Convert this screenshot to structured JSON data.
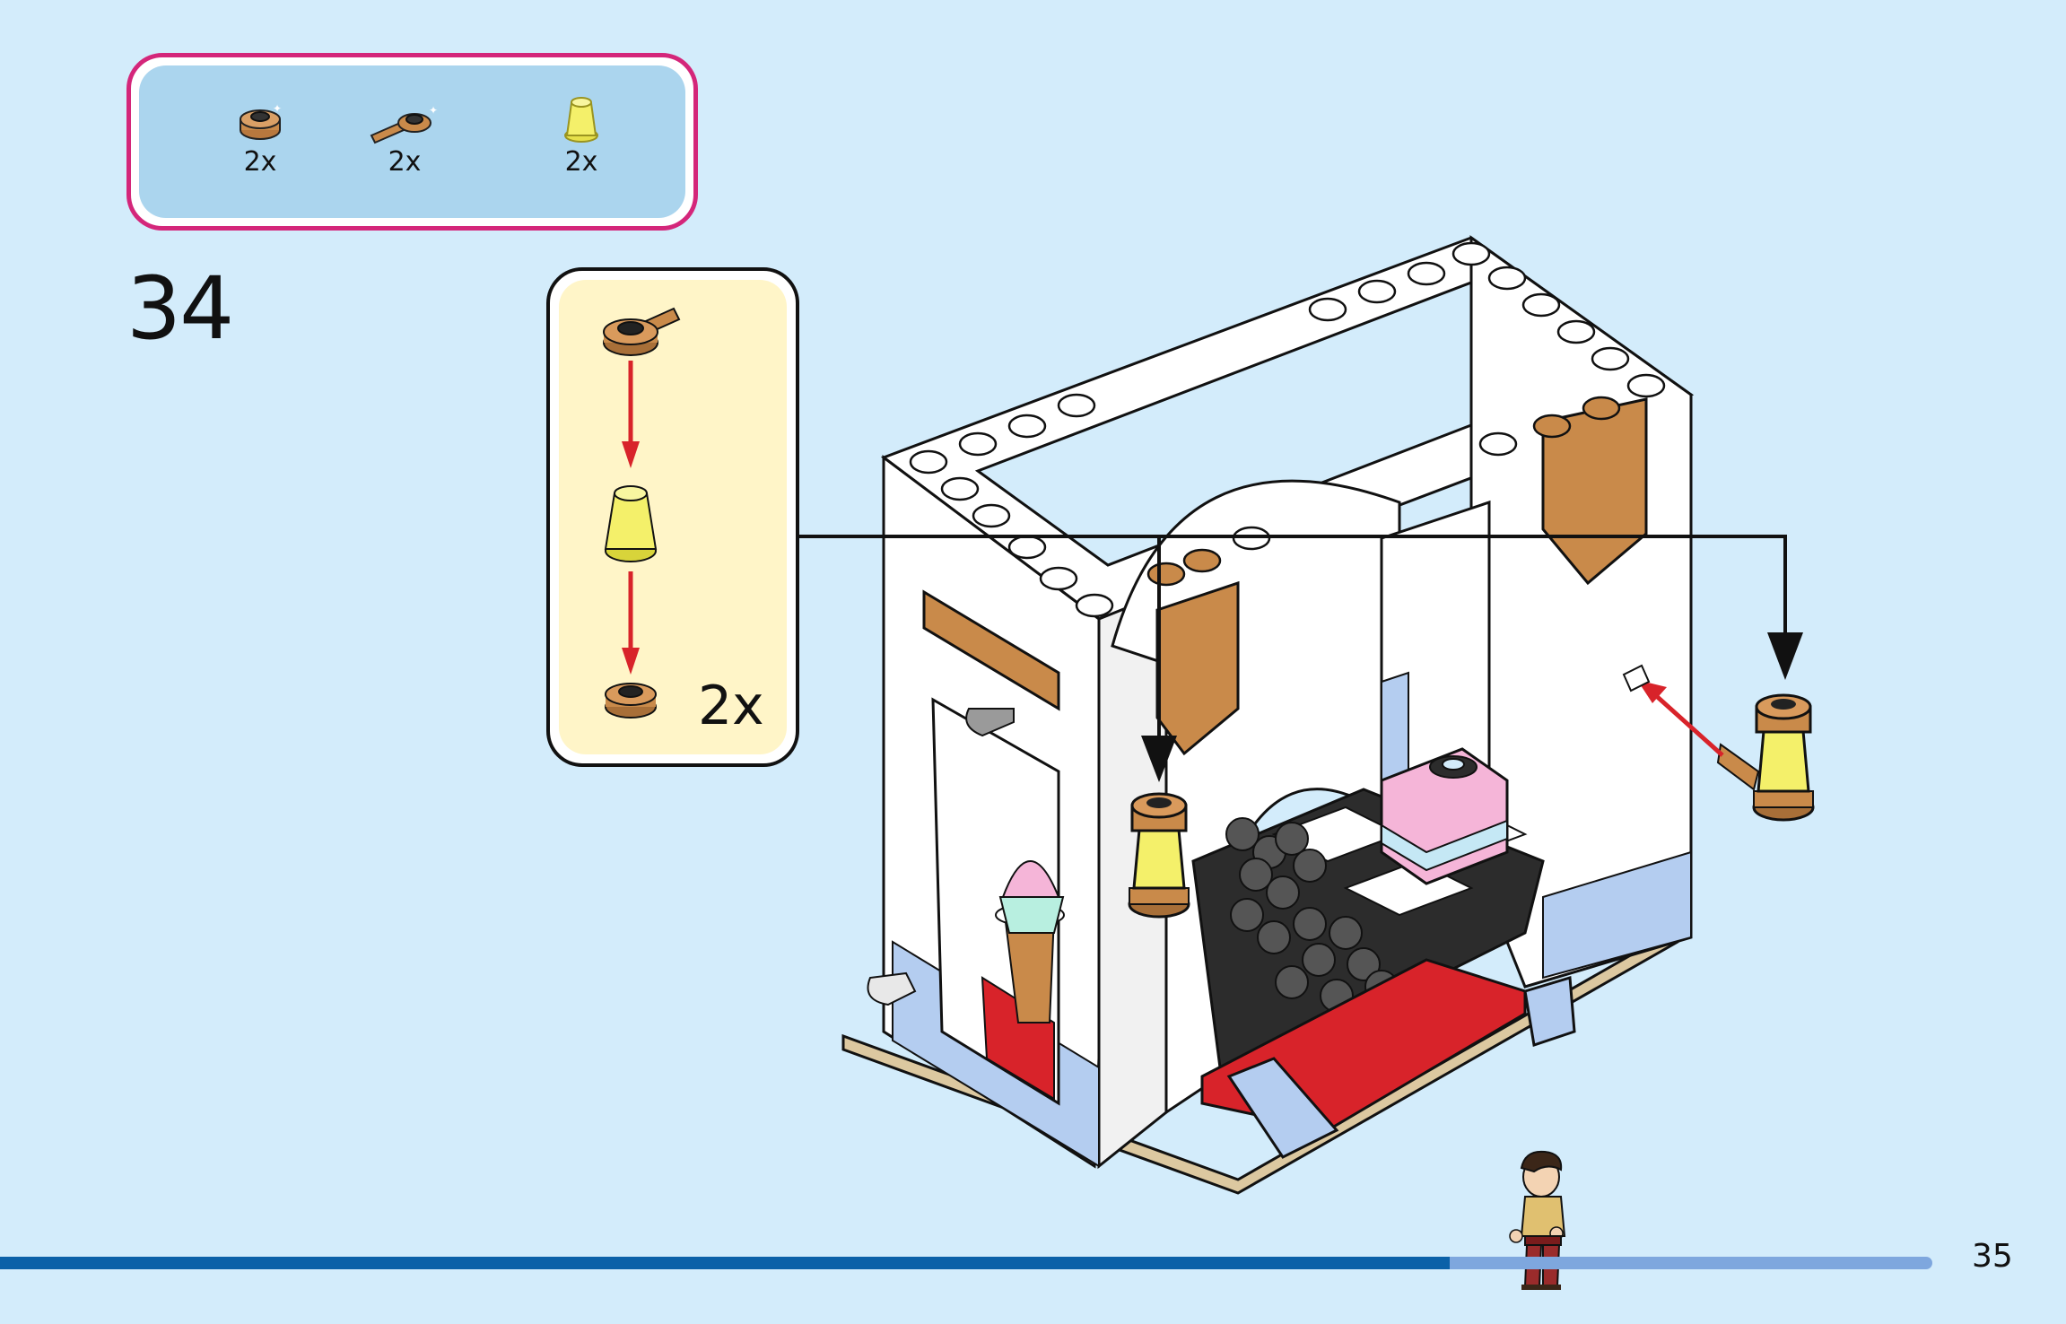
{
  "parts_list": {
    "items": [
      {
        "name": "round-plate-pearl-gold",
        "qty": "2x"
      },
      {
        "name": "plate-with-bar-pearl-gold",
        "qty": "2x"
      },
      {
        "name": "cone-trans-yellow",
        "qty": "2x"
      }
    ]
  },
  "step": {
    "number": "34"
  },
  "sub_assembly": {
    "qty": "2x"
  },
  "progress": {
    "fraction": 0.75
  },
  "page": {
    "number": "35"
  },
  "colors": {
    "background": "#d3ecfb",
    "parts_frame_border": "#d4267a",
    "parts_frame_fill": "#abd5ee",
    "sub_assembly_fill": "#fff5c8",
    "progress_fill": "#0b61a8",
    "progress_track": "#7ea7de",
    "pearl_gold": "#c98a4a",
    "trans_yellow": "#f4f06a",
    "arrow_red": "#d8232a"
  }
}
